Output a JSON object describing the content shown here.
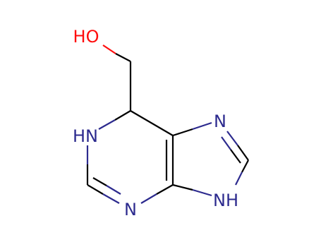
{
  "colors": {
    "carbon": "#000000",
    "nitrogen": "#2c2a8e",
    "oxygen": "#ff0d0d"
  },
  "atoms": [
    {
      "id": "O1",
      "label": "HO",
      "element": "O"
    },
    {
      "id": "N1",
      "label": "HN",
      "element": "N"
    },
    {
      "id": "N3",
      "label": "N",
      "element": "N"
    },
    {
      "id": "N7",
      "label": "N",
      "element": "N"
    },
    {
      "id": "N9",
      "label": "NH",
      "element": "N"
    }
  ]
}
